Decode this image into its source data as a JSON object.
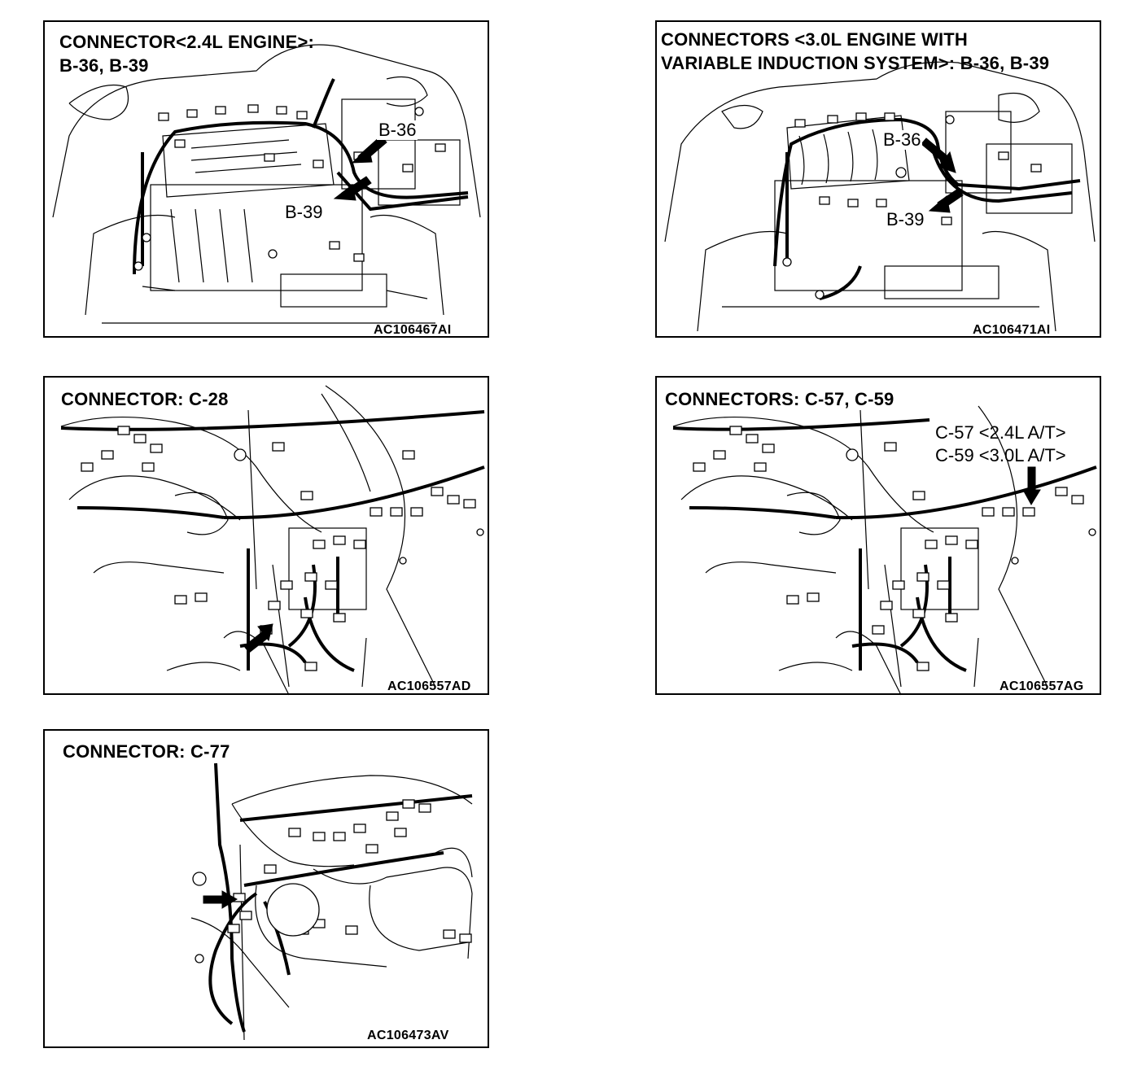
{
  "panels": [
    {
      "title": [
        "CONNECTOR<2.4L ENGINE>:",
        "B-36, B-39"
      ],
      "code": "AC106467AI",
      "callouts": [
        "B-36",
        "B-39"
      ]
    },
    {
      "title": [
        "CONNECTORS <3.0L ENGINE WITH",
        "VARIABLE INDUCTION SYSTEM>: B-36, B-39"
      ],
      "code": "AC106471AI",
      "callouts": [
        "B-36",
        "B-39"
      ]
    },
    {
      "title": [
        "CONNECTOR: C-28"
      ],
      "code": "AC106557AD",
      "callouts": []
    },
    {
      "title": [
        "CONNECTORS: C-57, C-59"
      ],
      "code": "AC106557AG",
      "callouts": [
        "C-57 <2.4L A/T>",
        "C-59 <3.0L A/T>"
      ]
    },
    {
      "title": [
        "CONNECTOR: C-77"
      ],
      "code": "AC106473AV",
      "callouts": []
    }
  ]
}
